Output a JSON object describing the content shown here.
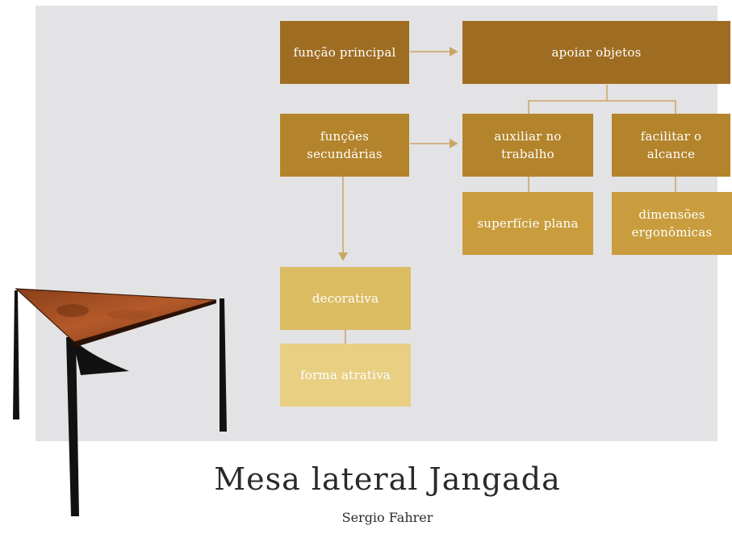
{
  "diagram": {
    "main_function": "função principal",
    "support_objects": "apoiar objetos",
    "secondary_functions": "funções secundárias",
    "assist_work": "auxiliar no trabalho",
    "facilitate_reach": "facilitar o alcance",
    "flat_surface": "superfície plana",
    "ergonomic_dimensions": "dimensões ergonômicas",
    "decorative": "decorativa",
    "attractive_form": "forma atrativa"
  },
  "footer": {
    "title": "Mesa lateral Jangada",
    "subtitle": "Sergio Fahrer"
  },
  "colors": {
    "panel": "#e3e2e4",
    "level1": "#9f6d22",
    "level2": "#b3842b",
    "level3": "#c99d3d",
    "level4": "#dcbc63",
    "level5": "#e8cf82",
    "connector": "#c9a564"
  }
}
